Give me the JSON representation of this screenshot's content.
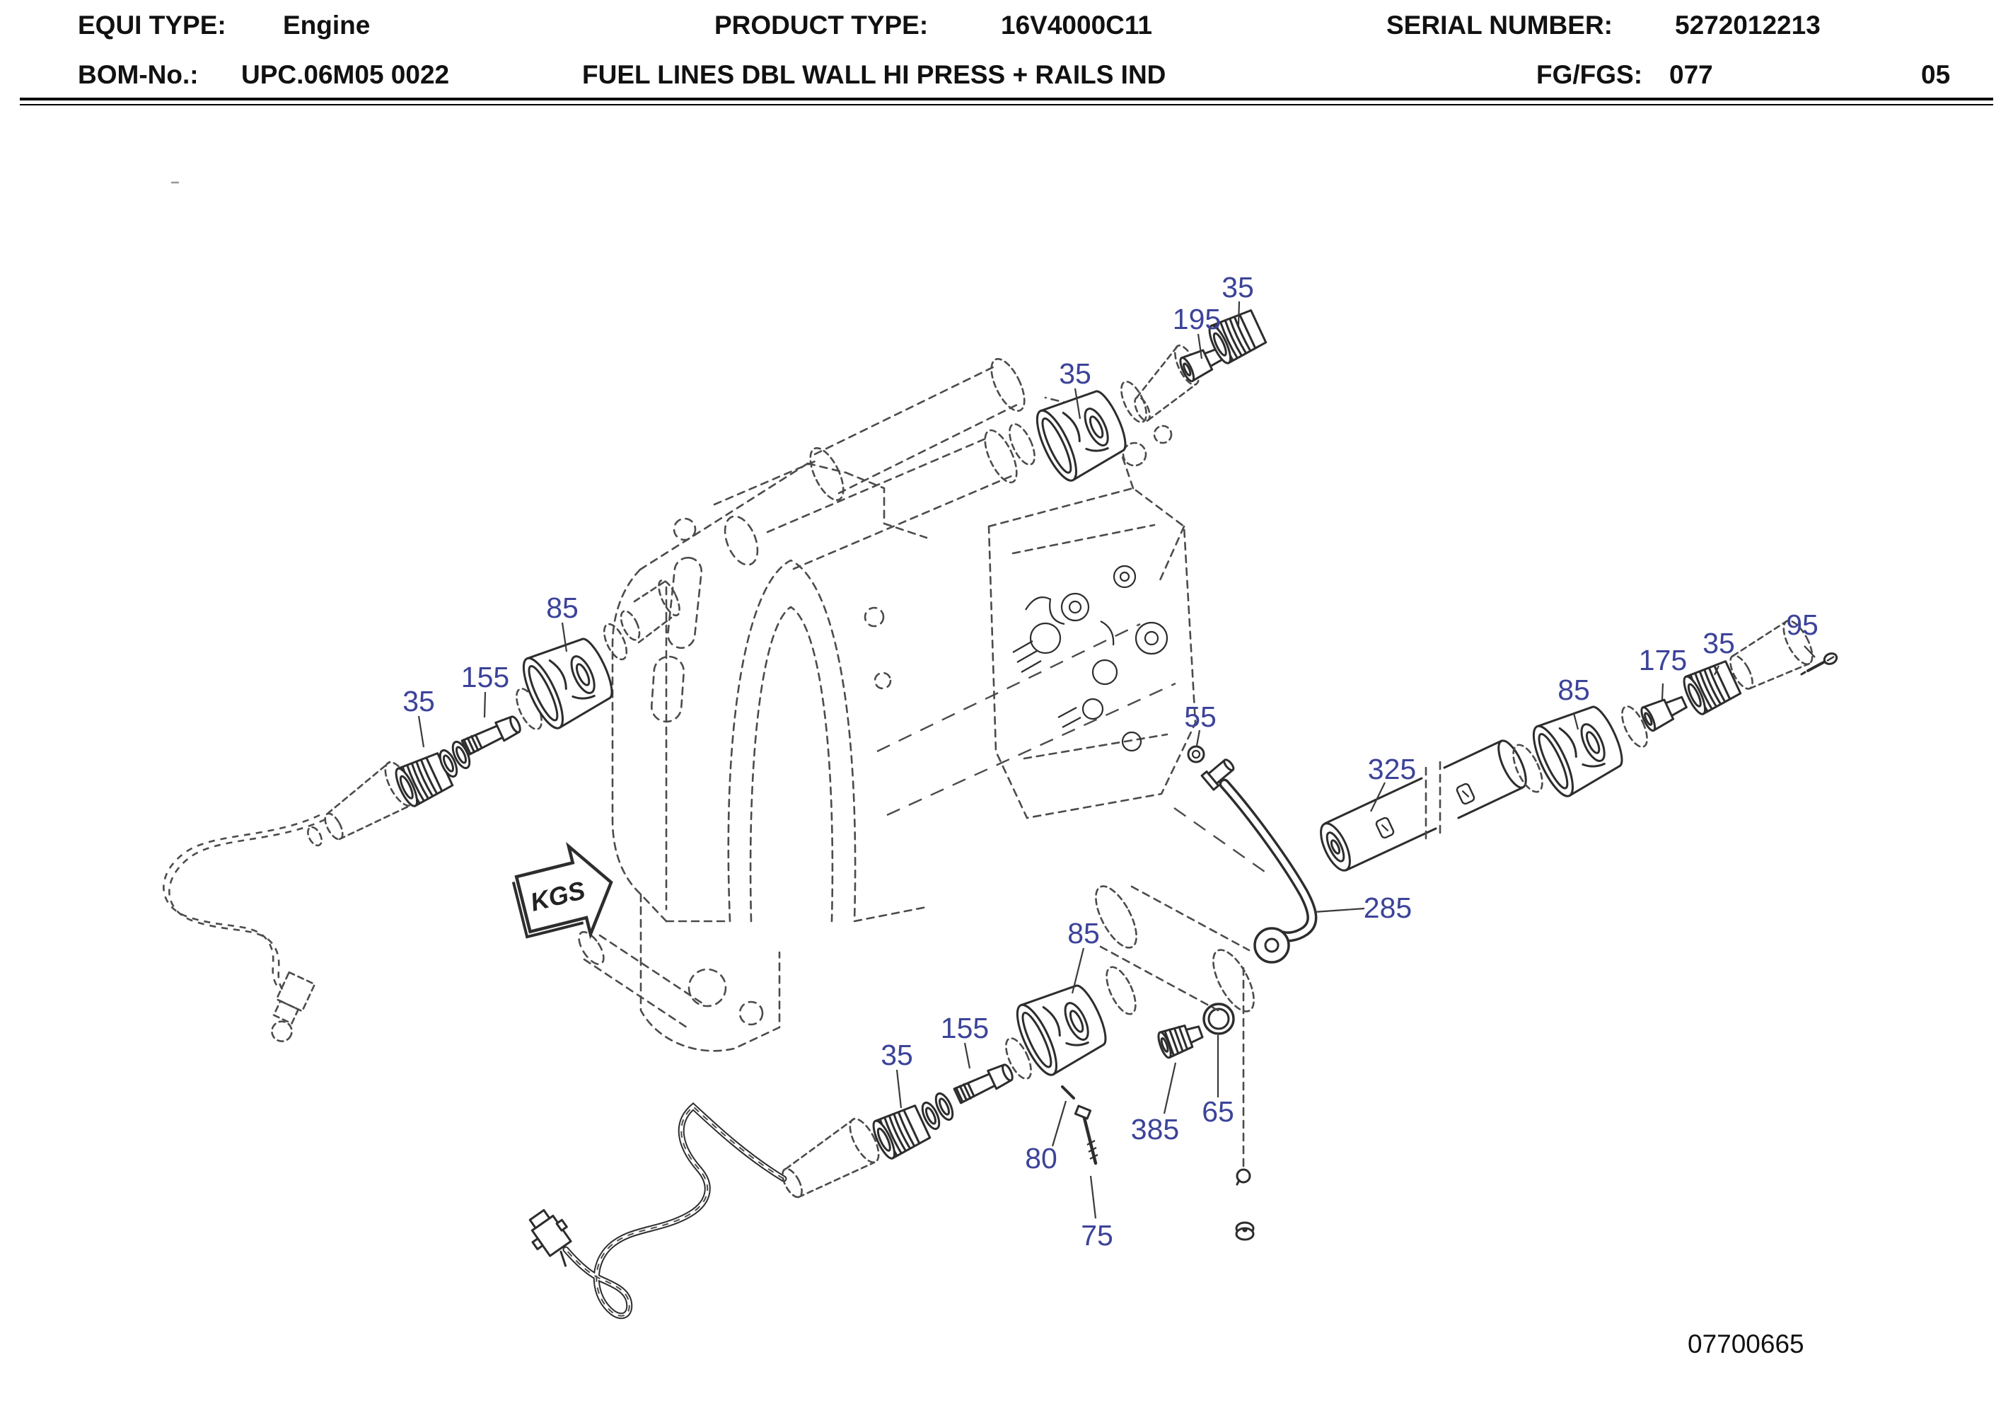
{
  "header": {
    "equi_type_label": "EQUI TYPE:",
    "equi_type_value": "Engine",
    "product_type_label": "PRODUCT TYPE:",
    "product_type_value": "16V4000C11",
    "serial_number_label": "SERIAL NUMBER:",
    "serial_number_value": "5272012213",
    "bom_no_label": "BOM-No.:",
    "bom_no_value": "UPC.06M05 0022",
    "description": "FUEL LINES DBL WALL HI PRESS + RAILS IND",
    "fg_fgs_label": "FG/FGS:",
    "fg_fgs_value": "077",
    "sheet": "05"
  },
  "diagram": {
    "kgs_marker": "KGS",
    "drawing_number": "07700665",
    "callouts": [
      {
        "id": "35-top-coupler",
        "text": "35"
      },
      {
        "id": "195",
        "text": "195"
      },
      {
        "id": "35-top-fitting",
        "text": "35"
      },
      {
        "id": "85-left",
        "text": "85"
      },
      {
        "id": "155-left",
        "text": "155"
      },
      {
        "id": "35-left",
        "text": "35"
      },
      {
        "id": "55",
        "text": "55"
      },
      {
        "id": "325",
        "text": "325"
      },
      {
        "id": "285",
        "text": "285"
      },
      {
        "id": "85-bottom",
        "text": "85"
      },
      {
        "id": "155-bottom",
        "text": "155"
      },
      {
        "id": "35-bottom",
        "text": "35"
      },
      {
        "id": "80",
        "text": "80"
      },
      {
        "id": "75",
        "text": "75"
      },
      {
        "id": "385",
        "text": "385"
      },
      {
        "id": "65",
        "text": "65"
      },
      {
        "id": "85-right",
        "text": "85"
      },
      {
        "id": "175",
        "text": "175"
      },
      {
        "id": "35-right",
        "text": "35"
      },
      {
        "id": "95",
        "text": "95"
      }
    ]
  },
  "colors": {
    "callout_blue": "#3c4399",
    "line_dark": "#2d2d2d",
    "line_dashed_gray": "#4b4b4b",
    "background": "#ffffff"
  }
}
